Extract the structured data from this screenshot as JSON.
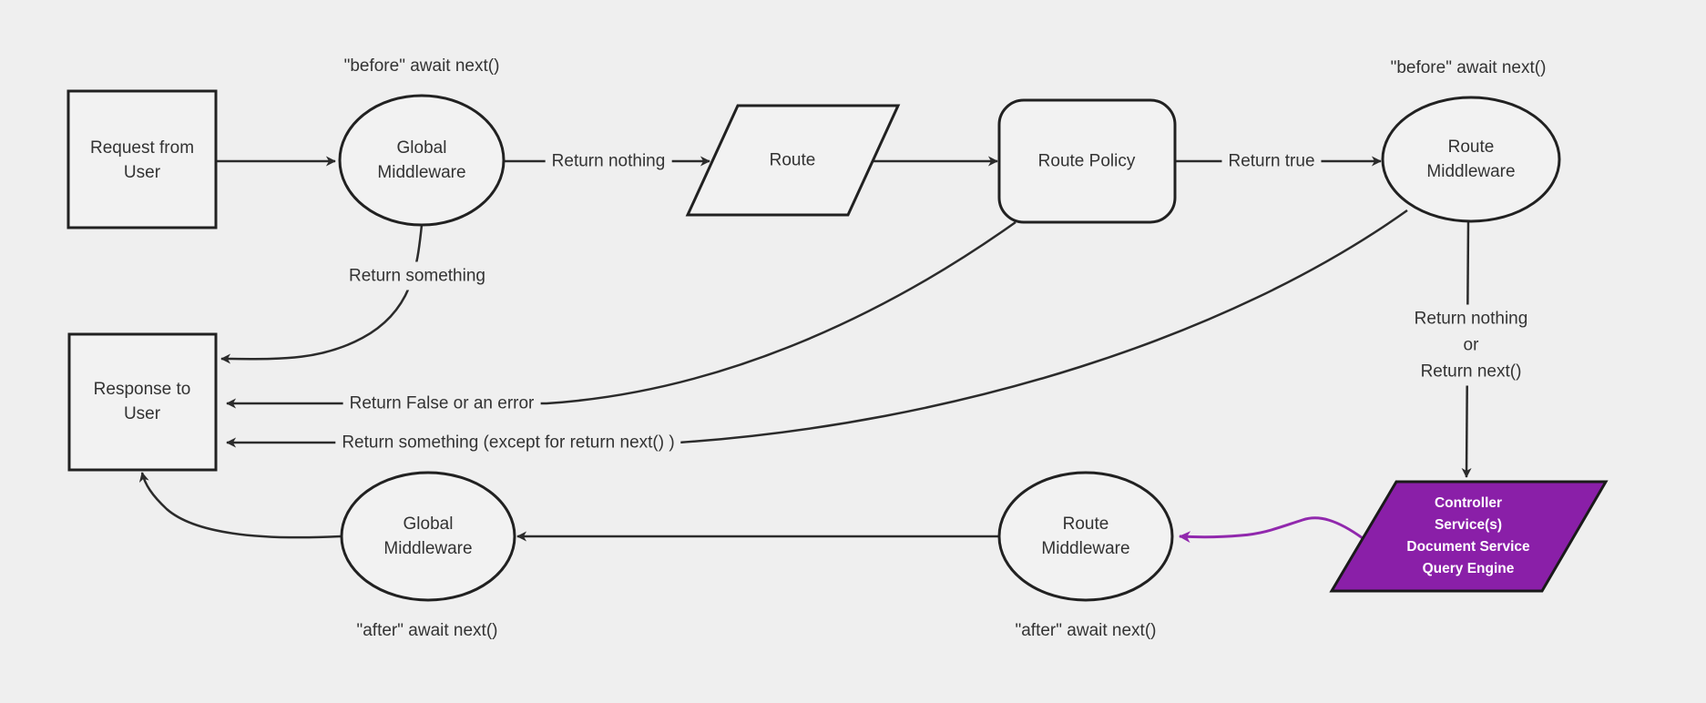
{
  "diagram": {
    "type": "flowchart",
    "colors": {
      "background": "#efefef",
      "node_fill": "#f2f2f2",
      "node_stroke": "#212121",
      "edge_stroke": "#2b2b2b",
      "text": "#333333",
      "controller_fill": "#8a1fa8",
      "controller_stroke": "#1a1a1a",
      "controller_text": "#ffffff",
      "purple_edge": "#9128ad"
    },
    "nodes": {
      "request": {
        "label": "Request from\nUser",
        "shape": "rectangle"
      },
      "global_middleware_top": {
        "label": "Global\nMiddleware",
        "shape": "ellipse"
      },
      "route": {
        "label": "Route",
        "shape": "parallelogram"
      },
      "route_policy": {
        "label": "Route Policy",
        "shape": "rounded-rectangle"
      },
      "route_middleware_top": {
        "label": "Route\nMiddleware",
        "shape": "ellipse"
      },
      "response": {
        "label": "Response to\nUser",
        "shape": "rectangle"
      },
      "global_middleware_bottom": {
        "label": "Global\nMiddleware",
        "shape": "ellipse"
      },
      "route_middleware_bottom": {
        "label": "Route\nMiddleware",
        "shape": "ellipse"
      },
      "controller": {
        "label": "Controller\nService(s)\nDocument Service\nQuery Engine",
        "shape": "parallelogram"
      }
    },
    "annotations": {
      "before_global": "\"before\" await next()",
      "before_route": "\"before\" await next()",
      "after_global": "\"after\" await next()",
      "after_route": "\"after\" await next()"
    },
    "edge_labels": {
      "return_nothing": "Return nothing",
      "return_true": "Return true",
      "return_something": "Return something",
      "return_false": "Return False or an error",
      "return_something_except": "Return something (except for return next() )",
      "return_branch": "Return nothing\nor\nReturn next()"
    }
  }
}
